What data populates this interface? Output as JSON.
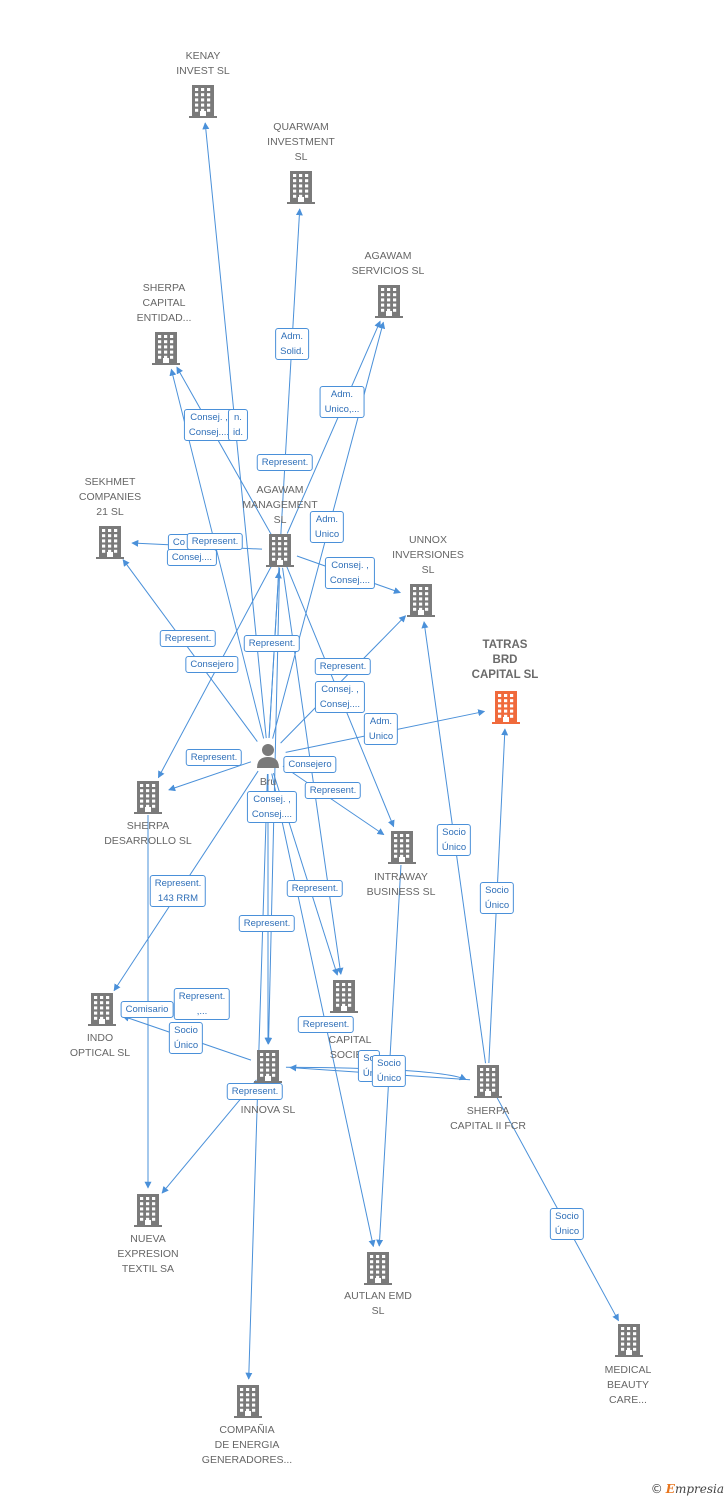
{
  "diagram": {
    "colors": {
      "node": "#7a7a7a",
      "main_node": "#f06a3c",
      "edge": "#4a90d9",
      "edge_label_text": "#2f6fb8"
    },
    "nodes": [
      {
        "id": "kenay",
        "label": "KENAY\nINVEST SL",
        "icon": "building-icon"
      },
      {
        "id": "quarwam",
        "label": "QUARWAM\nINVESTMENT\nSL",
        "icon": "building-icon"
      },
      {
        "id": "agawam_serv",
        "label": "AGAWAM\nSERVICIOS SL",
        "icon": "building-icon"
      },
      {
        "id": "sherpa_ent",
        "label": "SHERPA\nCAPITAL\nENTIDAD...",
        "icon": "building-icon"
      },
      {
        "id": "sekhmet",
        "label": "SEKHMET\nCOMPANIES\n21 SL",
        "icon": "building-icon"
      },
      {
        "id": "agawam_mgmt",
        "label": "AGAWAM\nMANAGEMENT\nSL",
        "icon": "building-icon"
      },
      {
        "id": "unnox",
        "label": "UNNOX\nINVERSIONES\nSL",
        "icon": "building-icon"
      },
      {
        "id": "tatras",
        "label": "TATRAS\nBRD\nCAPITAL SL",
        "icon": "building-icon",
        "main": true
      },
      {
        "id": "bru",
        "label": "Bru",
        "icon": "person-icon"
      },
      {
        "id": "sherpa_des",
        "label": "SHERPA\nDESARROLLO SL",
        "icon": "building-icon"
      },
      {
        "id": "intraway",
        "label": "INTRAWAY\nBUSINESS SL",
        "icon": "building-icon"
      },
      {
        "id": "indo",
        "label": "INDO\nOPTICAL SL",
        "icon": "building-icon"
      },
      {
        "id": "sherpa_cap_soc",
        "label": "A\nCAPITAL\nSOCIED",
        "icon": "building-icon"
      },
      {
        "id": "innova",
        "label": "INNOVA SL",
        "icon": "building-icon"
      },
      {
        "id": "sherpa_fcr",
        "label": "SHERPA\nCAPITAL II FCR",
        "icon": "building-icon"
      },
      {
        "id": "nueva",
        "label": "NUEVA\nEXPRESION\nTEXTIL SA",
        "icon": "building-icon"
      },
      {
        "id": "autlan",
        "label": "AUTLAN EMD\nSL",
        "icon": "building-icon"
      },
      {
        "id": "medical",
        "label": "MEDICAL\nBEAUTY\nCARE...",
        "icon": "building-icon"
      },
      {
        "id": "compania",
        "label": "COMPAÑIA\nDE ENERGIA\nGENERADORES...",
        "icon": "building-icon"
      }
    ],
    "edges": [
      {
        "from": "bru",
        "to": "kenay"
      },
      {
        "from": "bru",
        "to": "quarwam"
      },
      {
        "from": "bru",
        "to": "agawam_serv"
      },
      {
        "from": "agawam_mgmt",
        "to": "agawam_serv"
      },
      {
        "from": "bru",
        "to": "sherpa_ent"
      },
      {
        "from": "agawam_mgmt",
        "to": "sherpa_ent"
      },
      {
        "from": "bru",
        "to": "sekhmet"
      },
      {
        "from": "agawam_mgmt",
        "to": "sekhmet"
      },
      {
        "from": "bru",
        "to": "agawam_mgmt"
      },
      {
        "from": "agawam_mgmt",
        "to": "unnox"
      },
      {
        "from": "bru",
        "to": "unnox"
      },
      {
        "from": "bru",
        "to": "tatras"
      },
      {
        "from": "bru",
        "to": "sherpa_des"
      },
      {
        "from": "agawam_mgmt",
        "to": "sherpa_des"
      },
      {
        "from": "bru",
        "to": "intraway"
      },
      {
        "from": "agawam_mgmt",
        "to": "intraway"
      },
      {
        "from": "bru",
        "to": "indo"
      },
      {
        "from": "innova",
        "to": "indo"
      },
      {
        "from": "bru",
        "to": "sherpa_cap_soc"
      },
      {
        "from": "agawam_mgmt",
        "to": "sherpa_cap_soc"
      },
      {
        "from": "bru",
        "to": "innova"
      },
      {
        "from": "agawam_mgmt",
        "to": "innova"
      },
      {
        "from": "sherpa_fcr",
        "to": "innova"
      },
      {
        "from": "sherpa_fcr",
        "to": "unnox"
      },
      {
        "from": "sherpa_fcr",
        "to": "tatras"
      },
      {
        "from": "sherpa_fcr",
        "to": "medical"
      },
      {
        "from": "sherpa_des",
        "to": "nueva"
      },
      {
        "from": "innova",
        "to": "nueva"
      },
      {
        "from": "intraway",
        "to": "autlan"
      },
      {
        "from": "bru",
        "to": "autlan"
      },
      {
        "from": "bru",
        "to": "compania"
      },
      {
        "from": "innova",
        "to": "sherpa_fcr"
      }
    ],
    "edge_labels": [
      "Adm.\nSolid.",
      "Adm.\nUnico,...",
      "Consej. ,\nConsej....",
      "n.\nid.",
      "Represent.",
      "Adm.\nUnico",
      "Co",
      "Represent.",
      "Consej....",
      "Consej. ,\nConsej....",
      "Represent.",
      "Represent.",
      "Consejero",
      "Represent.",
      "Consej. ,\nConsej....",
      "Adm.\nUnico",
      "Represent.",
      "Consejero",
      "Represent.",
      "Consej. ,\nConsej....",
      "Socio\nÚnico",
      "Represent.\n143 RRM",
      "Represent.",
      "Socio\nÚnico",
      "Represent.",
      "Represent.\n,...",
      "Comisario",
      "Socio\nÚnico",
      "Represent.",
      "So\nÚn",
      "Socio\nÚnico",
      "Represent.",
      "Socio\nÚnico"
    ]
  },
  "brand": {
    "copyright": "©",
    "first_letter": "E",
    "rest": "mpresia"
  }
}
